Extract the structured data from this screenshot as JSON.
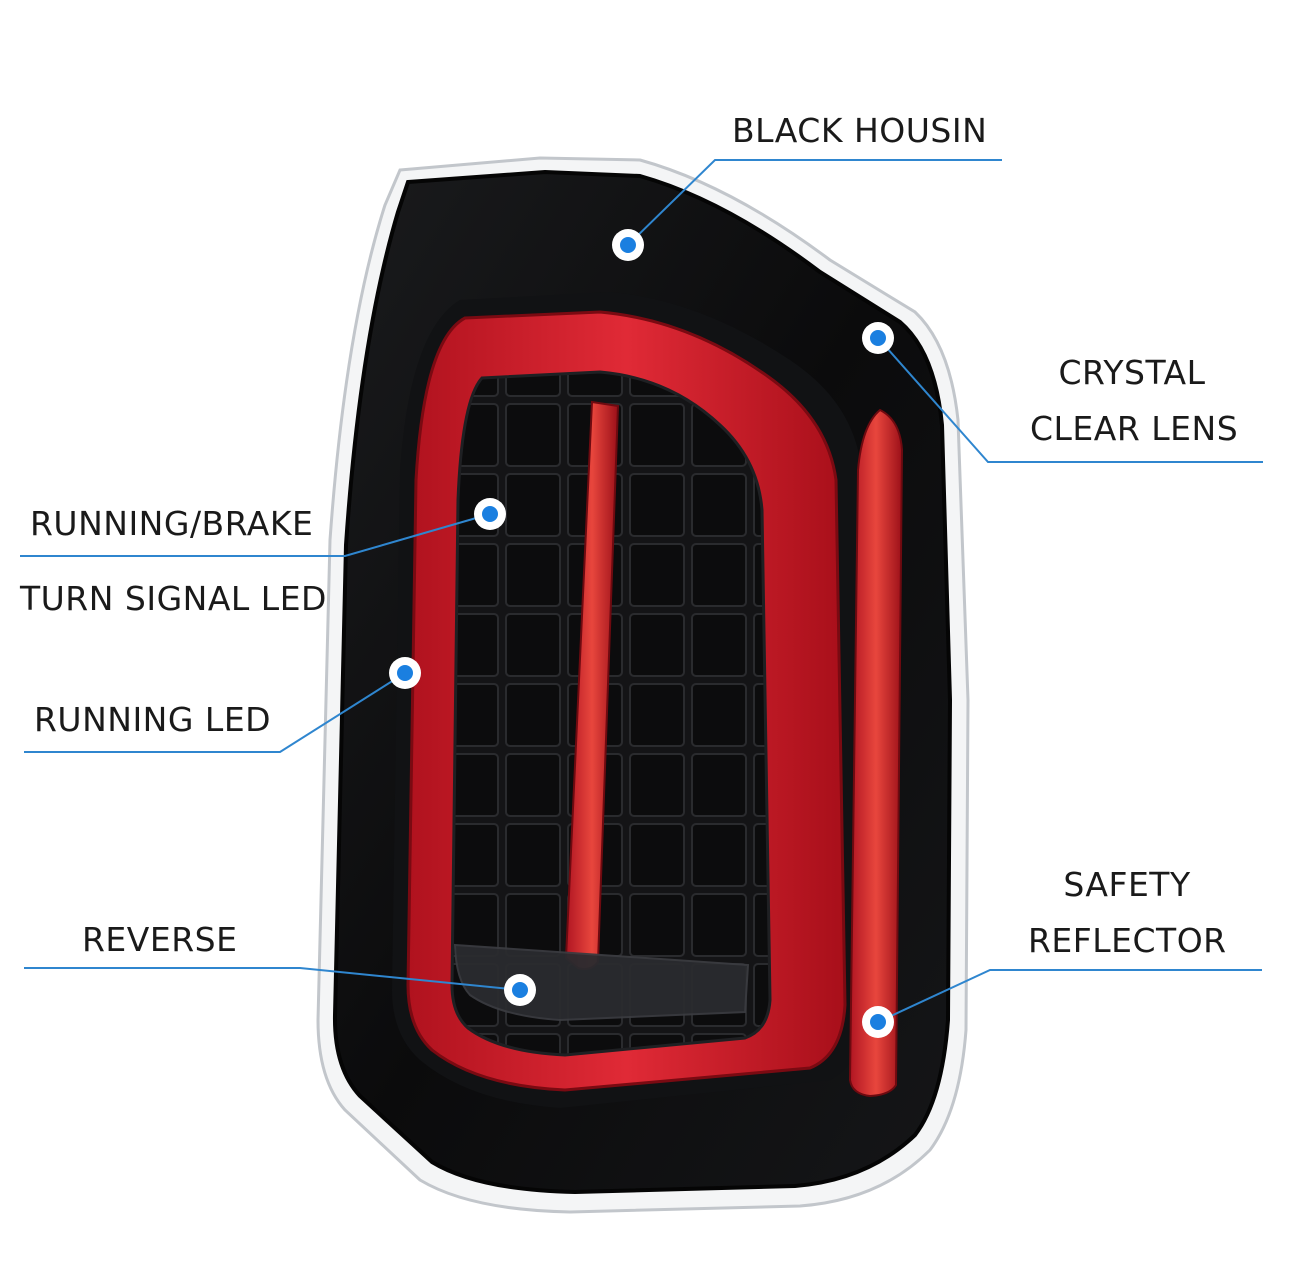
{
  "colors": {
    "leader_line": "#2f86cf",
    "callout_dot": "#1a7fe0",
    "housing": "#0d0d0e",
    "red_ring": "#d6202e",
    "lens_edge": "#bfc3c8"
  },
  "callouts": [
    {
      "id": "black-housing",
      "lines": [
        "BLACK HOUSIN"
      ]
    },
    {
      "id": "crystal-clear-lens",
      "lines": [
        "CRYSTAL",
        "CLEAR LENS"
      ]
    },
    {
      "id": "running-brake-turn",
      "lines": [
        "RUNNING/BRAKE",
        "TURN SIGNAL LED"
      ]
    },
    {
      "id": "running-led",
      "lines": [
        "RUNNING LED"
      ]
    },
    {
      "id": "reverse",
      "lines": [
        "REVERSE"
      ]
    },
    {
      "id": "safety-reflector",
      "lines": [
        "SAFETY",
        "REFLECTOR"
      ]
    }
  ]
}
